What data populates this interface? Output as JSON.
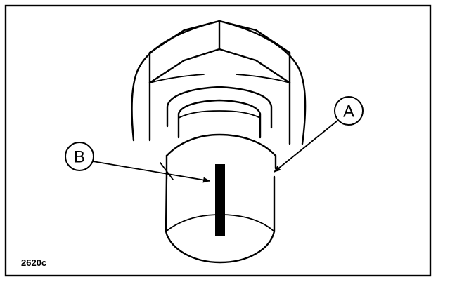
{
  "figure": {
    "reference_code": "2620c",
    "callouts": [
      {
        "id": "A",
        "label": "A"
      },
      {
        "id": "B",
        "label": "B"
      }
    ],
    "colors": {
      "ink": "#000000",
      "paper": "#ffffff"
    }
  }
}
